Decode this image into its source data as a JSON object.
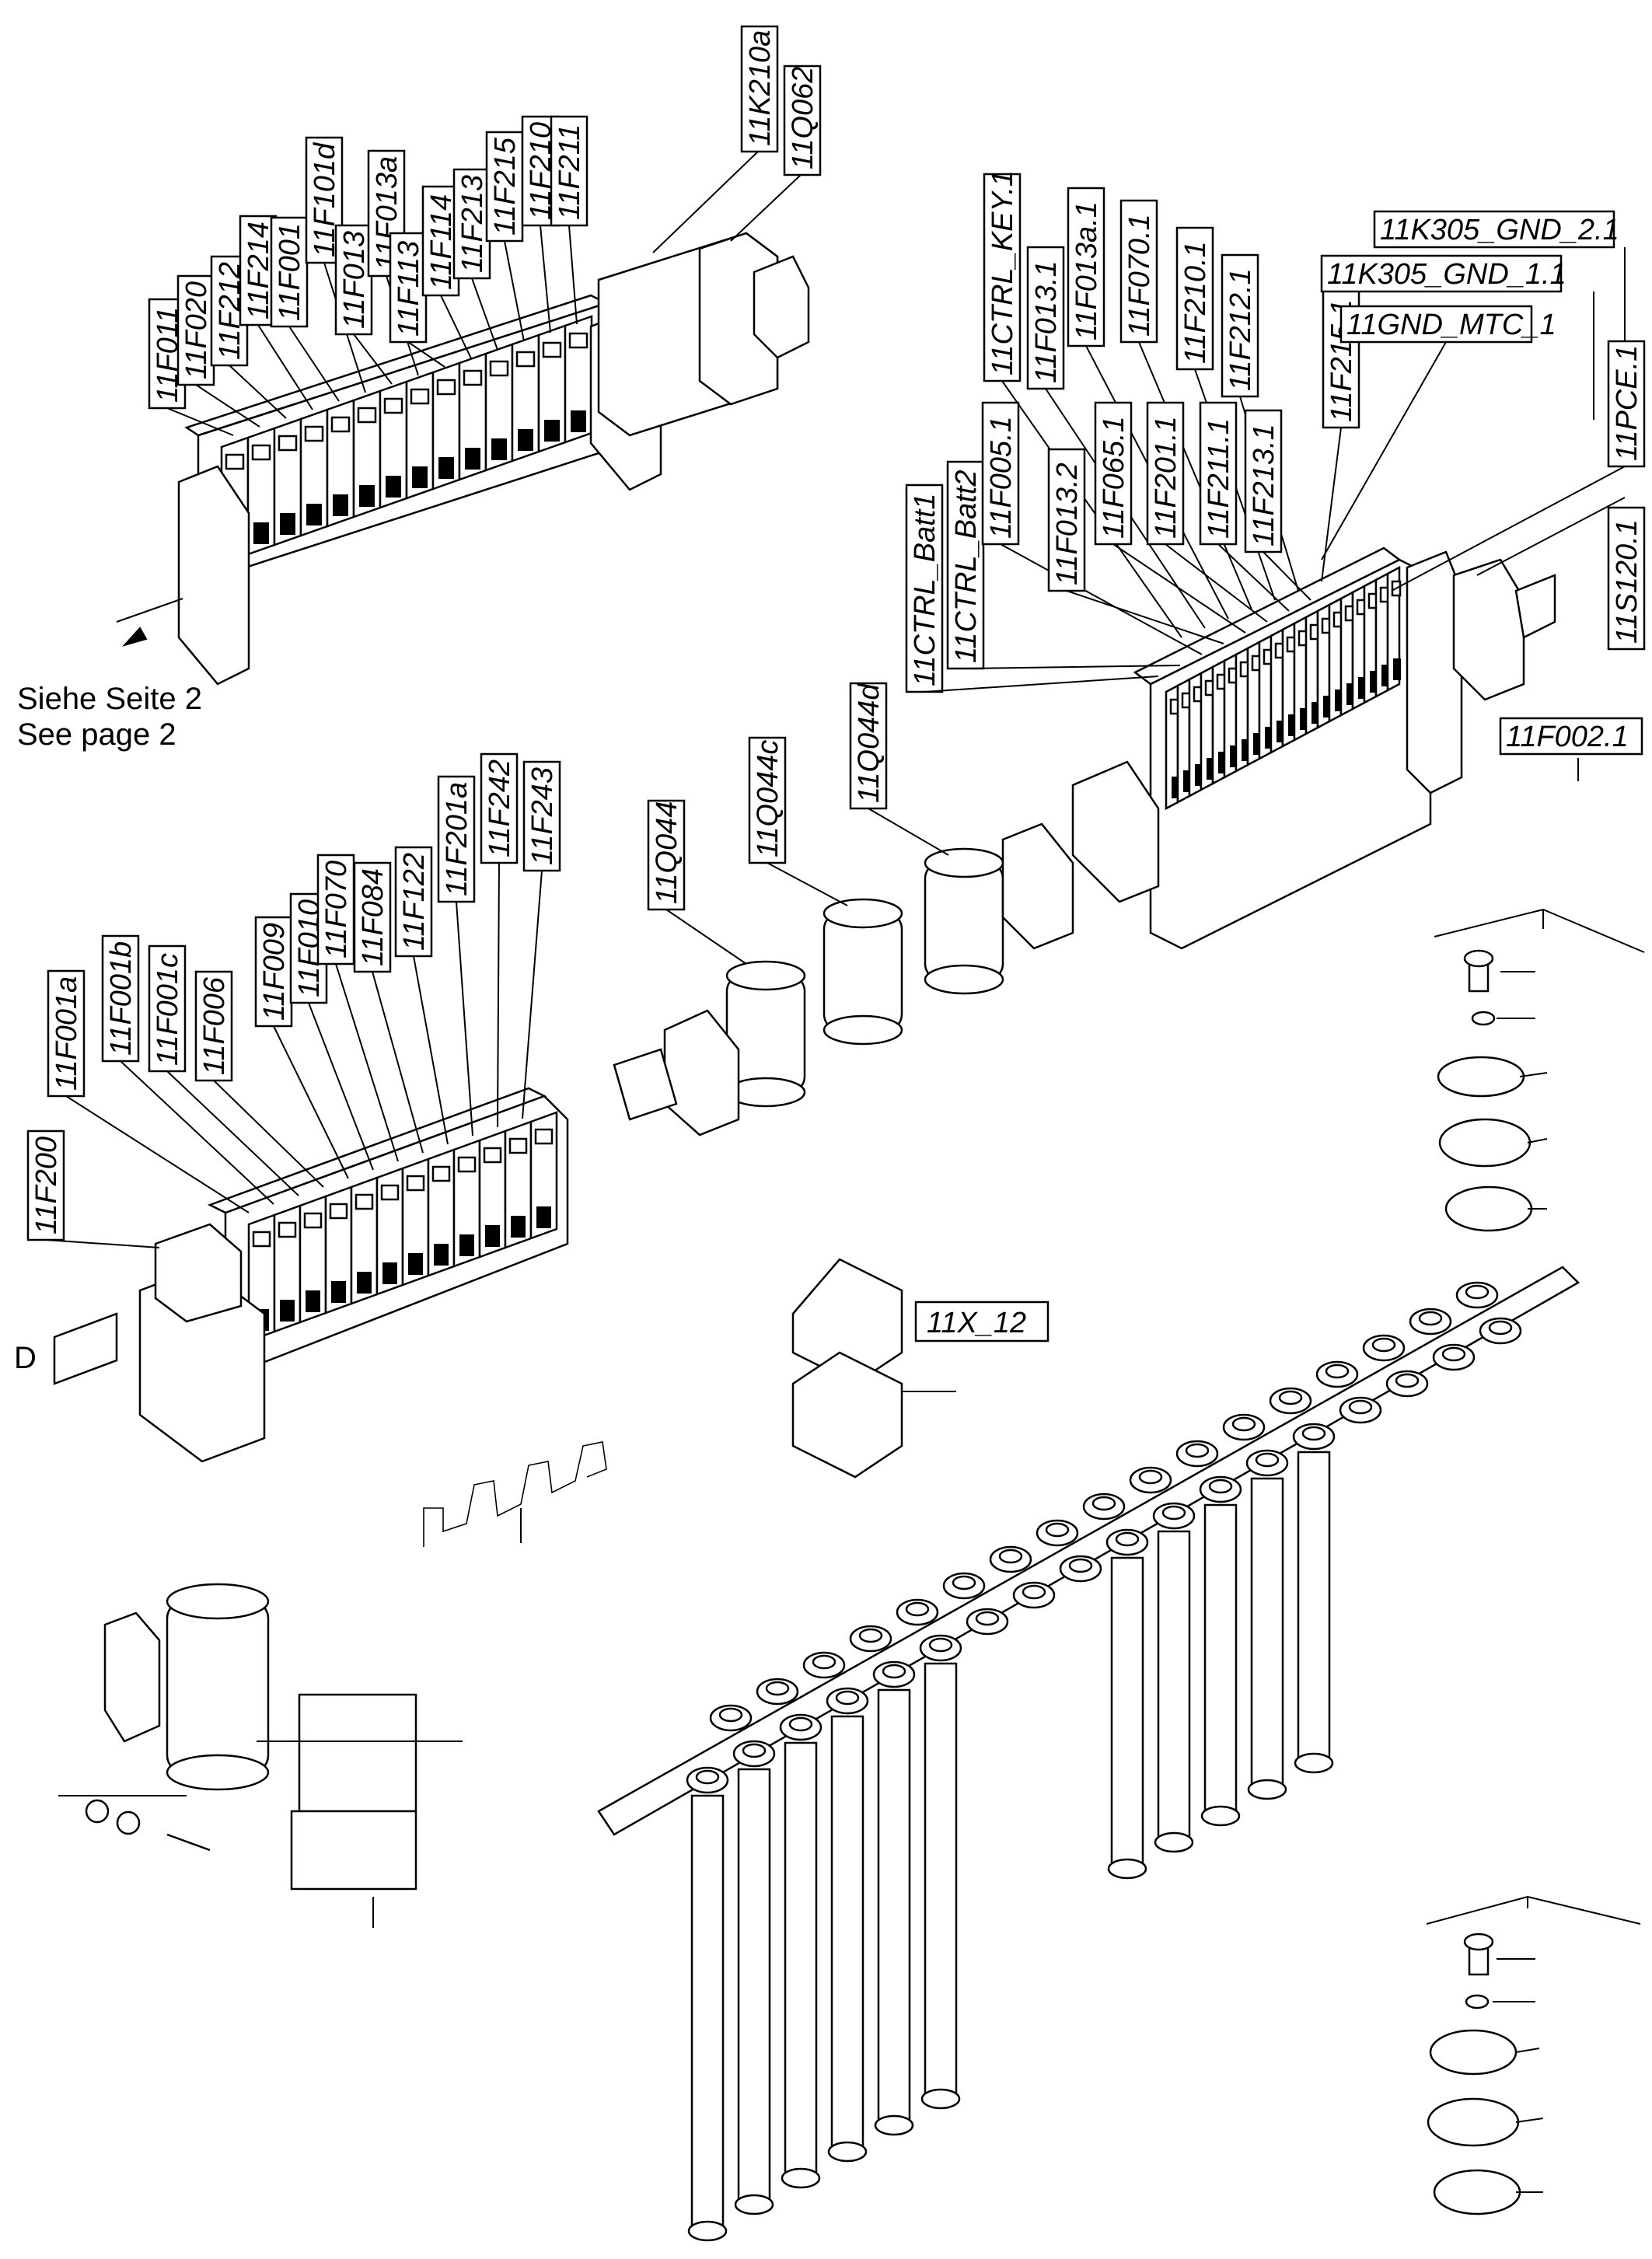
{
  "labels": {
    "top_left": [
      "11F011",
      "11F020",
      "11F212",
      "11F214",
      "11F001",
      "11F101d",
      "11F013",
      "11F013a",
      "11F113",
      "11F114",
      "11F213",
      "11F215",
      "11F210",
      "11F211",
      "11K210a",
      "11Q062"
    ],
    "top_right": [
      "11CTRL_KEY.1",
      "11F013.1",
      "11F013a.1",
      "11F070.1",
      "11F210.1",
      "11F212.1",
      "11F215.1",
      "11K305_GND_2.1",
      "11K305_GND_1.1",
      "11GND_MTC_1",
      "11CTRL_Batt1",
      "11CTRL_Batt2",
      "11F005.1",
      "11F013.2",
      "11F065.1",
      "11F201.1",
      "11F211.1",
      "11F213.1",
      "11PCE.1",
      "11S120.1",
      "11F002.1"
    ],
    "middle_left": [
      "11F001a",
      "11F001b",
      "11F001c",
      "11F006",
      "11F009",
      "11F010",
      "11F070",
      "11F084",
      "11F122",
      "11F201a",
      "11F242",
      "11F243",
      "11F200"
    ],
    "relays": [
      "11Q044",
      "11Q044c",
      "11Q044d"
    ],
    "terminal": "11X_12"
  },
  "notes": {
    "see_page_de": "Siehe Seite 2",
    "see_page_en": "See page 2",
    "view_letter": "D"
  }
}
